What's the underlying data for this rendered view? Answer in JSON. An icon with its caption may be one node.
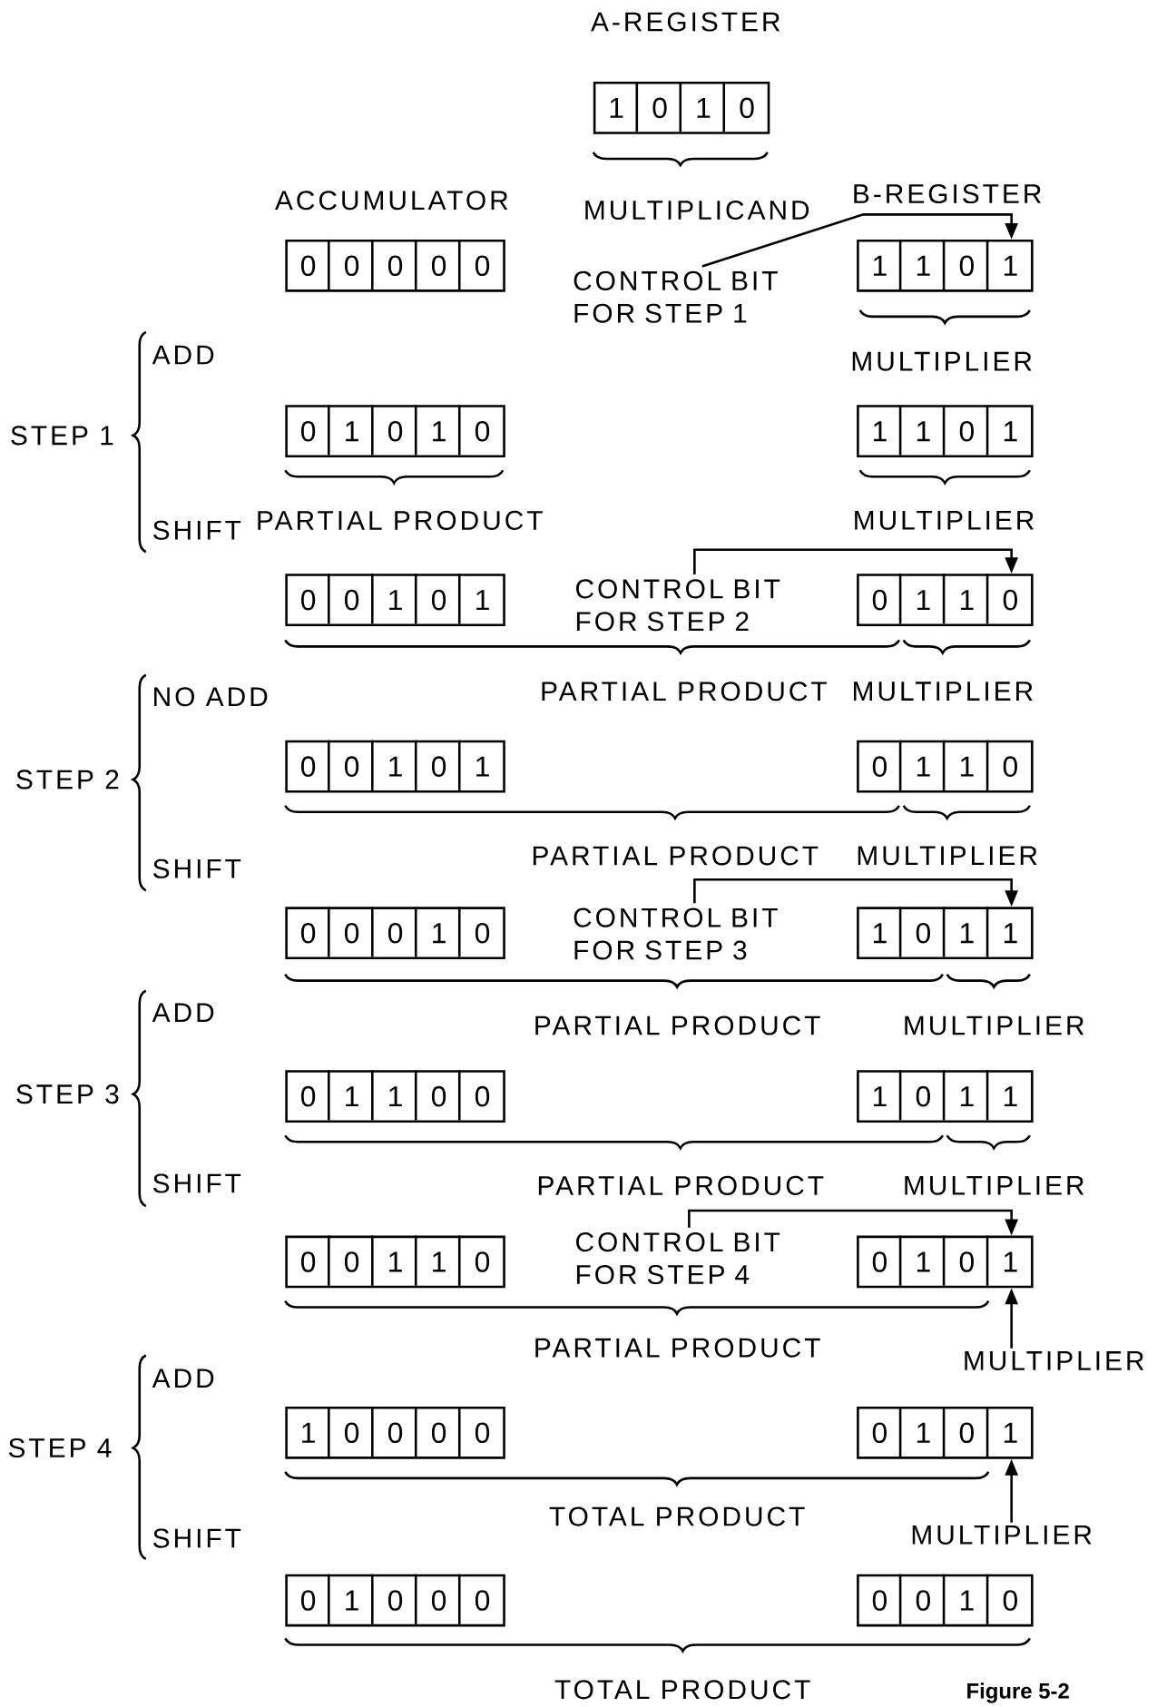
{
  "diagram": {
    "caption": "Figure 5-2",
    "nodes": [
      {
        "text": [
          "A-REGISTER",
          "1",
          "0",
          "1",
          "0"
        ]
      },
      {
        "text": [
          "ACCUMULATOR",
          "0",
          "0",
          "0",
          "0",
          "0"
        ]
      },
      {
        "text": [
          "B-REGISTER",
          "1",
          "1",
          "0",
          "1"
        ]
      },
      {
        "text": [
          "CONTROL BIT FOR STEP 1"
        ]
      },
      {
        "text": [
          "0",
          "1",
          "0",
          "1",
          "0"
        ]
      },
      {
        "text": [
          "1",
          "1",
          "0",
          "1"
        ]
      },
      {
        "text": [
          "0",
          "0",
          "1",
          "0",
          "1"
        ]
      },
      {
        "text": [
          "CONTROL BIT FOR STEP 2"
        ]
      },
      {
        "text": [
          "0",
          "1",
          "1",
          "0"
        ]
      },
      {
        "text": [
          "0",
          "0",
          "1",
          "0",
          "1"
        ]
      },
      {
        "text": [
          "0",
          "1",
          "1",
          "0"
        ]
      },
      {
        "text": [
          "0",
          "0",
          "0",
          "1",
          "0"
        ]
      },
      {
        "text": [
          "CONTROL BIT FOR STEP 3"
        ]
      },
      {
        "text": [
          "1",
          "0",
          "1",
          "1"
        ]
      },
      {
        "text": [
          "0",
          "1",
          "1",
          "0",
          "0"
        ]
      },
      {
        "text": [
          "1",
          "0",
          "1",
          "1"
        ]
      },
      {
        "text": [
          "0",
          "0",
          "1",
          "1",
          "0"
        ]
      },
      {
        "text": [
          "CONTROL BIT FOR STEP 4"
        ]
      },
      {
        "text": [
          "0",
          "1",
          "0",
          "1"
        ]
      },
      {
        "text": [
          "MULTIPLIER"
        ]
      },
      {
        "text": [
          "1",
          "0",
          "0",
          "0",
          "0"
        ]
      },
      {
        "text": [
          "0",
          "1",
          "0",
          "1"
        ]
      },
      {
        "text": [
          "MULTIPLIER"
        ]
      },
      {
        "text": [
          "0",
          "1",
          "0",
          "0",
          "0"
        ]
      },
      {
        "text": [
          "0",
          "0",
          "1",
          "0"
        ]
      }
    ],
    "edges": [
      {
        "from": 3,
        "to": 2,
        "arrow": "to"
      },
      {
        "from": 7,
        "to": 8,
        "arrow": "to"
      },
      {
        "from": 12,
        "to": 13,
        "arrow": "to"
      },
      {
        "from": 17,
        "to": 18,
        "arrow": "to"
      },
      {
        "from": 19,
        "to": 18,
        "arrow": "to"
      },
      {
        "from": 22,
        "to": 21,
        "arrow": "to"
      }
    ],
    "labels": [
      "MULTIPLICAND",
      "ADD",
      "MULTIPLIER",
      "STEP 1",
      "SHIFT",
      "PARTIAL PRODUCT",
      "MULTIPLIER",
      "NO ADD",
      "PARTIAL PRODUCT",
      "MULTIPLIER",
      "STEP 2",
      "SHIFT",
      "PARTIAL PRODUCT",
      "MULTIPLIER",
      "ADD",
      "PARTIAL PRODUCT",
      "MULTIPLIER",
      "STEP 3",
      "SHIFT",
      "PARTIAL PRODUCT",
      "MULTIPLIER",
      "PARTIAL PRODUCT",
      "ADD",
      "STEP 4",
      "SHIFT",
      "TOTAL PRODUCT",
      "TOTAL PRODUCT"
    ]
  }
}
